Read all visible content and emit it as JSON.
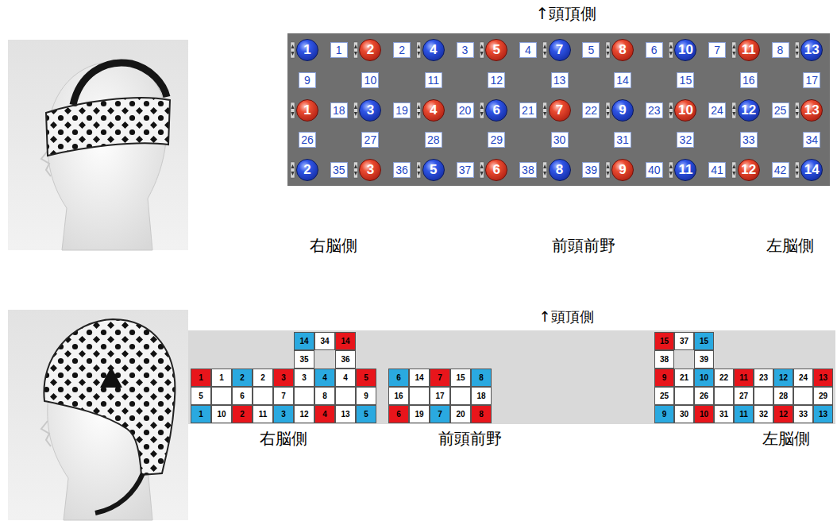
{
  "diagram": {
    "nodes": [
      {
        "text": [
          "1"
        ]
      },
      {
        "text": [
          "1"
        ]
      },
      {
        "text": [
          "2"
        ]
      },
      {
        "text": [
          "2"
        ]
      },
      {
        "text": [
          "4"
        ]
      },
      {
        "text": [
          "3"
        ]
      },
      {
        "text": [
          "5"
        ]
      },
      {
        "text": [
          "4"
        ]
      },
      {
        "text": [
          "7"
        ]
      },
      {
        "text": [
          "5"
        ]
      },
      {
        "text": [
          "8"
        ]
      },
      {
        "text": [
          "6"
        ]
      },
      {
        "text": [
          "10"
        ]
      },
      {
        "text": [
          "7"
        ]
      },
      {
        "text": [
          "11"
        ]
      },
      {
        "text": [
          "8"
        ]
      },
      {
        "text": [
          "13"
        ]
      },
      {
        "text": [
          "9"
        ]
      },
      {
        "text": [
          "10"
        ]
      },
      {
        "text": [
          "11"
        ]
      },
      {
        "text": [
          "12"
        ]
      },
      {
        "text": [
          "13"
        ]
      },
      {
        "text": [
          "14"
        ]
      },
      {
        "text": [
          "15"
        ]
      },
      {
        "text": [
          "16"
        ]
      },
      {
        "text": [
          "17"
        ]
      },
      {
        "text": [
          "1"
        ]
      },
      {
        "text": [
          "18"
        ]
      },
      {
        "text": [
          "3"
        ]
      },
      {
        "text": [
          "19"
        ]
      },
      {
        "text": [
          "4"
        ]
      },
      {
        "text": [
          "20"
        ]
      },
      {
        "text": [
          "6"
        ]
      },
      {
        "text": [
          "21"
        ]
      },
      {
        "text": [
          "7"
        ]
      },
      {
        "text": [
          "22"
        ]
      },
      {
        "text": [
          "9"
        ]
      },
      {
        "text": [
          "23"
        ]
      },
      {
        "text": [
          "10"
        ]
      },
      {
        "text": [
          "24"
        ]
      },
      {
        "text": [
          "12"
        ]
      },
      {
        "text": [
          "25"
        ]
      },
      {
        "text": [
          "13"
        ]
      },
      {
        "text": [
          "26"
        ]
      },
      {
        "text": [
          "27"
        ]
      },
      {
        "text": [
          "28"
        ]
      },
      {
        "text": [
          "29"
        ]
      },
      {
        "text": [
          "30"
        ]
      },
      {
        "text": [
          "31"
        ]
      },
      {
        "text": [
          "32"
        ]
      },
      {
        "text": [
          "33"
        ]
      },
      {
        "text": [
          "34"
        ]
      },
      {
        "text": [
          "2"
        ]
      },
      {
        "text": [
          "35"
        ]
      },
      {
        "text": [
          "3"
        ]
      },
      {
        "text": [
          "36"
        ]
      },
      {
        "text": [
          "5"
        ]
      },
      {
        "text": [
          "37"
        ]
      },
      {
        "text": [
          "6"
        ]
      },
      {
        "text": [
          "38"
        ]
      },
      {
        "text": [
          "8"
        ]
      },
      {
        "text": [
          "39"
        ]
      },
      {
        "text": [
          "9"
        ]
      },
      {
        "text": [
          "40"
        ]
      },
      {
        "text": [
          "11"
        ]
      },
      {
        "text": [
          "41"
        ]
      },
      {
        "text": [
          "12"
        ]
      },
      {
        "text": [
          "42"
        ]
      },
      {
        "text": [
          "14"
        ]
      },
      {
        "text": [
          "14"
        ]
      },
      {
        "text": [
          "34"
        ]
      },
      {
        "text": [
          "14"
        ]
      },
      {
        "text": [
          "15"
        ]
      },
      {
        "text": [
          "37"
        ]
      },
      {
        "text": [
          "15"
        ]
      },
      {
        "text": [
          "35"
        ]
      },
      {
        "text": [
          "36"
        ]
      },
      {
        "text": [
          "38"
        ]
      },
      {
        "text": [
          "39"
        ]
      },
      {
        "text": [
          "1"
        ]
      },
      {
        "text": [
          "1"
        ]
      },
      {
        "text": [
          "2"
        ]
      },
      {
        "text": [
          "2"
        ]
      },
      {
        "text": [
          "3"
        ]
      },
      {
        "text": [
          "3"
        ]
      },
      {
        "text": [
          "4"
        ]
      },
      {
        "text": [
          "4"
        ]
      },
      {
        "text": [
          "5"
        ]
      },
      {
        "text": [
          "6"
        ]
      },
      {
        "text": [
          "14"
        ]
      },
      {
        "text": [
          "7"
        ]
      },
      {
        "text": [
          "15"
        ]
      },
      {
        "text": [
          "8"
        ]
      },
      {
        "text": [
          "9"
        ]
      },
      {
        "text": [
          "21"
        ]
      },
      {
        "text": [
          "10"
        ]
      },
      {
        "text": [
          "22"
        ]
      },
      {
        "text": [
          "11"
        ]
      },
      {
        "text": [
          "23"
        ]
      },
      {
        "text": [
          "12"
        ]
      },
      {
        "text": [
          "24"
        ]
      },
      {
        "text": [
          "13"
        ]
      },
      {
        "text": [
          "5"
        ]
      },
      {
        "text": [
          "6"
        ]
      },
      {
        "text": [
          "7"
        ]
      },
      {
        "text": [
          "8"
        ]
      },
      {
        "text": [
          "9"
        ]
      },
      {
        "text": [
          "16"
        ]
      },
      {
        "text": [
          "17"
        ]
      },
      {
        "text": [
          "18"
        ]
      },
      {
        "text": [
          "25"
        ]
      },
      {
        "text": [
          "26"
        ]
      },
      {
        "text": [
          "27"
        ]
      },
      {
        "text": [
          "28"
        ]
      },
      {
        "text": [
          "29"
        ]
      },
      {
        "text": [
          "1"
        ]
      },
      {
        "text": [
          "10"
        ]
      },
      {
        "text": [
          "2"
        ]
      },
      {
        "text": [
          "11"
        ]
      },
      {
        "text": [
          "3"
        ]
      },
      {
        "text": [
          "12"
        ]
      },
      {
        "text": [
          "4"
        ]
      },
      {
        "text": [
          "13"
        ]
      },
      {
        "text": [
          "5"
        ]
      },
      {
        "text": [
          "6"
        ]
      },
      {
        "text": [
          "19"
        ]
      },
      {
        "text": [
          "7"
        ]
      },
      {
        "text": [
          "20"
        ]
      },
      {
        "text": [
          "8"
        ]
      },
      {
        "text": [
          "9"
        ]
      },
      {
        "text": [
          "30"
        ]
      },
      {
        "text": [
          "10"
        ]
      },
      {
        "text": [
          "31"
        ]
      },
      {
        "text": [
          "11"
        ]
      },
      {
        "text": [
          "32"
        ]
      },
      {
        "text": [
          "12"
        ]
      },
      {
        "text": [
          "33"
        ]
      },
      {
        "text": [
          "13"
        ]
      }
    ],
    "labels": [
      "↑頭頂側",
      "右脳側",
      "前頭前野",
      "左脳側",
      "↑頭頂側",
      "右脳側",
      "前頭前野",
      "左脳側"
    ]
  }
}
